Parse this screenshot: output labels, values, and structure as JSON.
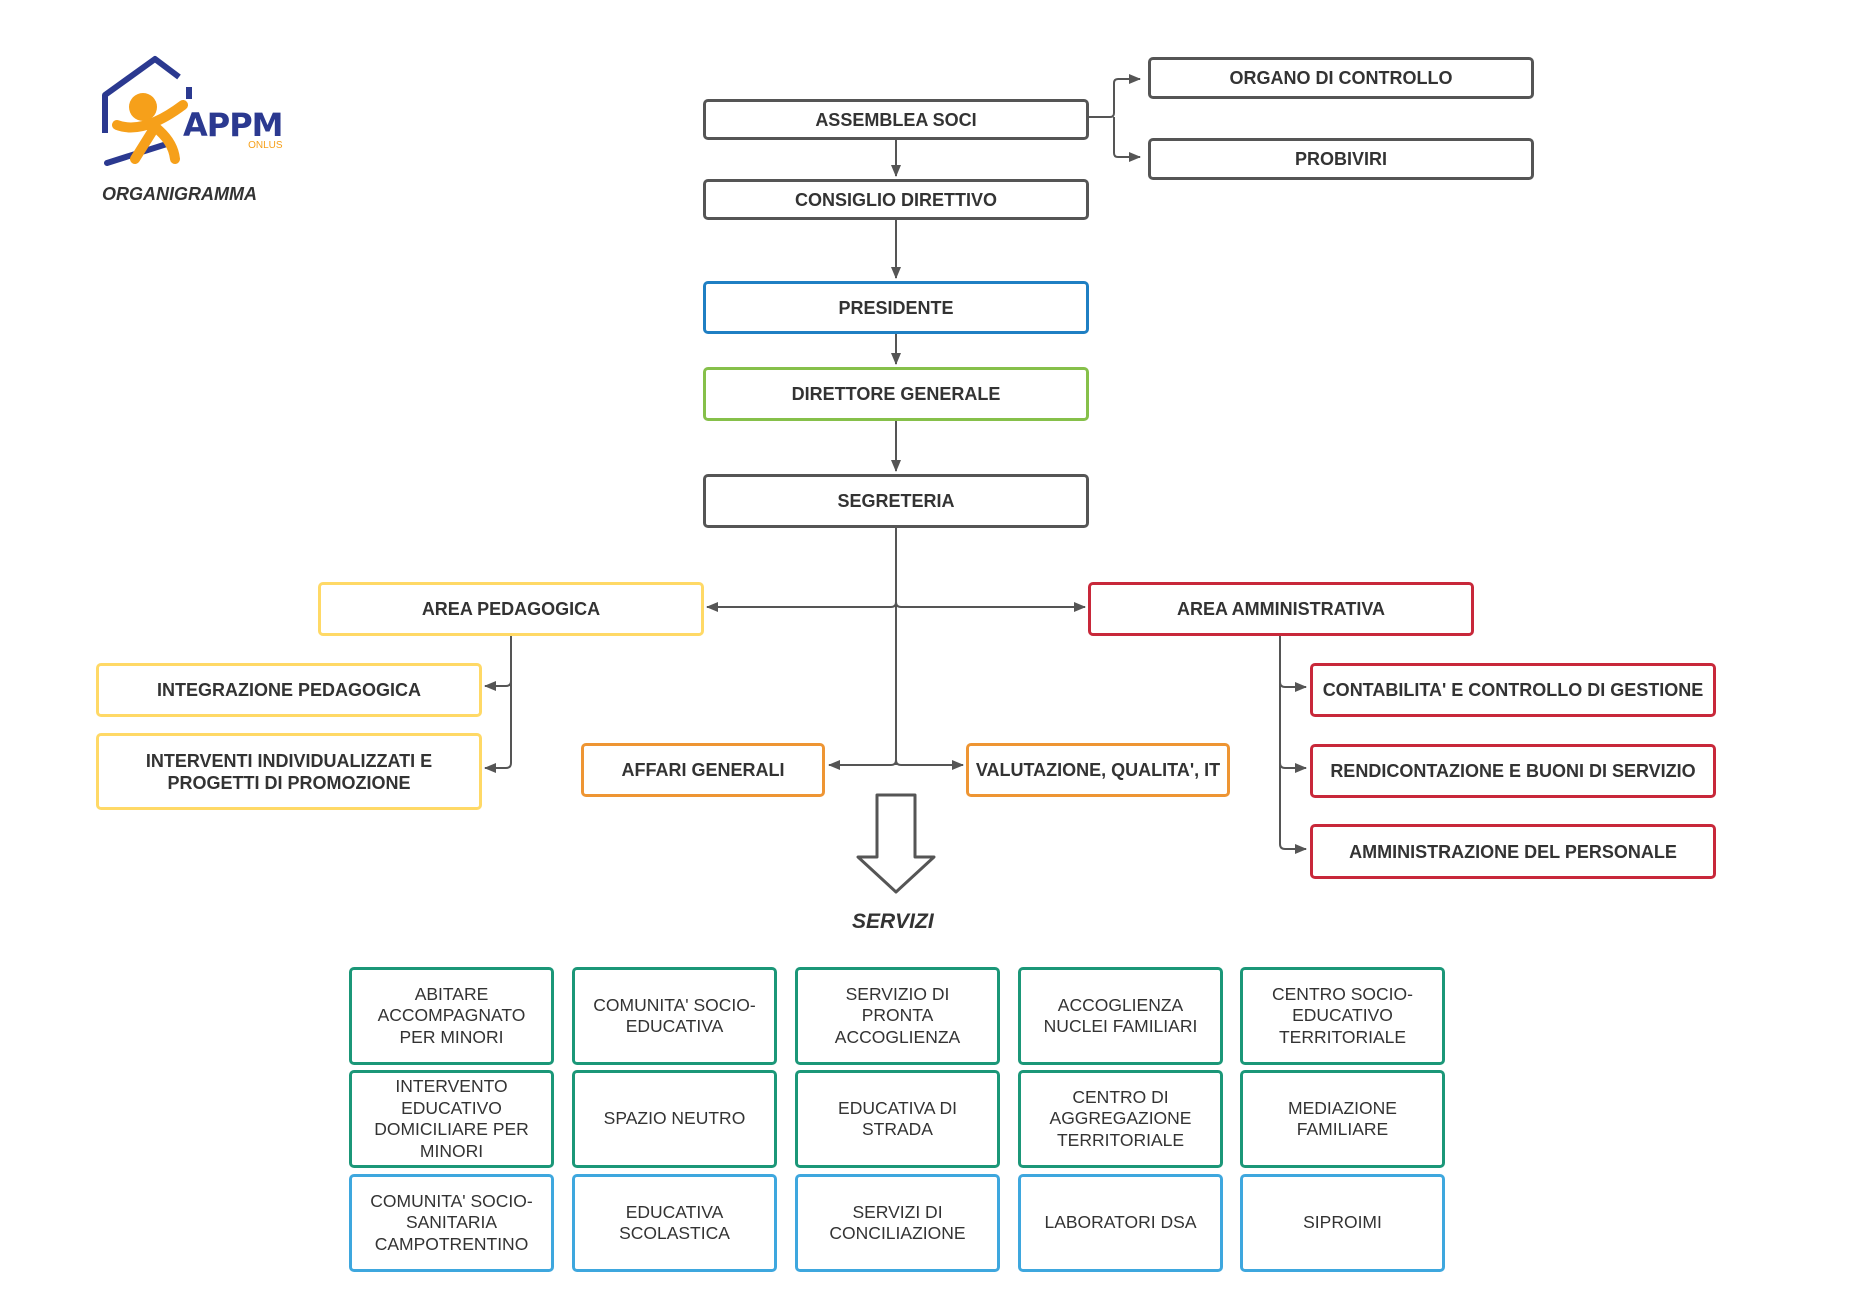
{
  "header": {
    "brand": "APPM",
    "brand_sub": "ONLUS",
    "title": "ORGANIGRAMMA"
  },
  "governance": {
    "assemblea": "ASSEMBLEA SOCI",
    "organo_controllo": "ORGANO DI CONTROLLO",
    "probiviri": "PROBIVIRI",
    "consiglio": "CONSIGLIO DIRETTIVO",
    "presidente": "PRESIDENTE",
    "direttore": "DIRETTORE GENERALE",
    "segreteria": "SEGRETERIA"
  },
  "area_pedagogica": {
    "title": "AREA PEDAGOGICA",
    "items": [
      "INTEGRAZIONE PEDAGOGICA",
      "INTERVENTI INDIVIDUALIZZATI E PROGETTI DI PROMOZIONE"
    ]
  },
  "area_amministrativa": {
    "title": "AREA AMMINISTRATIVA",
    "items": [
      "CONTABILITA' E CONTROLLO DI GESTIONE",
      "RENDICONTAZIONE E BUONI DI SERVIZIO",
      "AMMINISTRAZIONE DEL PERSONALE"
    ]
  },
  "staff": {
    "affari_generali": "AFFARI GENERALI",
    "valutazione": "VALUTAZIONE, QUALITA', IT"
  },
  "servizi": {
    "title": "SERVIZI",
    "items": [
      "ABITARE ACCOMPAGNATO PER MINORI",
      "COMUNITA' SOCIO-EDUCATIVA",
      "SERVIZIO DI PRONTA ACCOGLIENZA",
      "ACCOGLIENZA NUCLEI FAMILIARI",
      "CENTRO SOCIO-EDUCATIVO TERRITORIALE",
      "INTERVENTO EDUCATIVO DOMICILIARE PER MINORI",
      "SPAZIO NEUTRO",
      "EDUCATIVA DI STRADA",
      "CENTRO DI AGGREGAZIONE TERRITORIALE",
      "MEDIAZIONE FAMILIARE",
      "COMUNITA' SOCIO-SANITARIA CAMPOTRENTINO",
      "EDUCATIVA SCOLASTICA",
      "SERVIZI DI CONCILIAZIONE",
      "LABORATORI DSA",
      "SIPROIMI"
    ]
  },
  "colors": {
    "governance": "#555555",
    "presidente": "#1f7fc3",
    "direttore": "#86c04a",
    "pedagogica": "#ffd966",
    "amministrativa": "#c8283a",
    "staff": "#ee9533",
    "servizi_green": "#1b9778",
    "servizi_blue": "#3ea7de",
    "logo_blue": "#2b3990",
    "logo_orange": "#f6a01a"
  }
}
